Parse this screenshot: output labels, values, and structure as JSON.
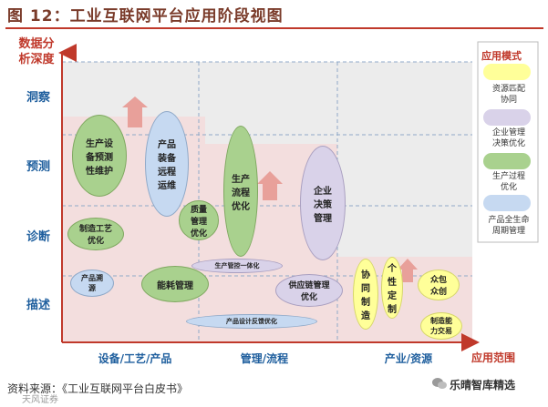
{
  "title": "图 12：工业互联网平台应用阶段视图",
  "y_axis": {
    "title_line1": "数据分",
    "title_line2": "析深度",
    "levels": [
      "洞察",
      "预测",
      "诊断",
      "描述"
    ]
  },
  "x_axis": {
    "title": "应用范围",
    "categories": [
      "设备/工艺/产品",
      "管理/流程",
      "产业/资源"
    ]
  },
  "legend": {
    "title": "应用模式",
    "items": [
      {
        "label_line1": "资源匹配",
        "label_line2": "协同",
        "color": "#ffff99"
      },
      {
        "label_line1": "企业管理",
        "label_line2": "决策优化",
        "color": "#d9d2e9"
      },
      {
        "label_line1": "生产过程",
        "label_line2": "优化",
        "color": "#a9d18e"
      },
      {
        "label_line1": "产品全生命",
        "label_line2": "周期管理",
        "color": "#c6d9f1"
      }
    ]
  },
  "bubbles": {
    "equipment_predictive": "生产设备预测性维护",
    "product_remote": "产品装备远程运维",
    "quality_mgmt": "质量管理优化",
    "process_opt": "生产流程优化",
    "enterprise_decision": "企业决策管理",
    "craft_opt": "制造工艺优化",
    "product_trace": "产品溯源",
    "energy_mgmt": "能耗管理",
    "production_control": "生产管控一体化",
    "supply_chain": "供应链管理优化",
    "product_design": "产品设计反馈优化",
    "collab_mfg": "协同制造",
    "customization": "个性定制",
    "crowdsourcing": "众包众创",
    "mfg_capacity": "制造能力交易"
  },
  "source": "资料来源：《工业互联网平台白皮书》",
  "watermark": "天风证券",
  "brand": "乐晴智库精选"
}
